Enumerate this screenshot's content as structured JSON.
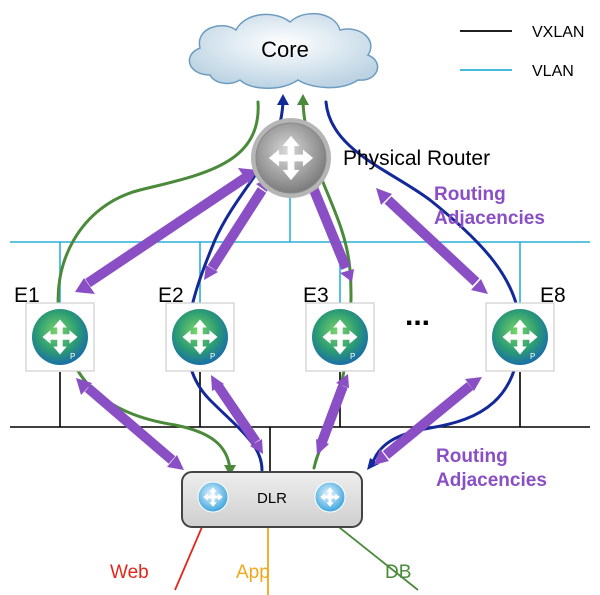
{
  "legend": {
    "vxlan": "VXLAN",
    "vlan": "VLAN"
  },
  "colors": {
    "vxlan_line": "#000000",
    "vlan_line": "#2bb0d6",
    "adjacency": "#8a4fc4",
    "green_path": "#4a8a3a",
    "blue_path": "#13299a",
    "web": "#e3261b",
    "app": "#f0a81a",
    "db": "#4a8a3a"
  },
  "core": {
    "label": "Core"
  },
  "router": {
    "label": "Physical Router"
  },
  "edges": [
    {
      "label": "E1"
    },
    {
      "label": "E2"
    },
    {
      "label": "E3"
    },
    {
      "label": "E8"
    }
  ],
  "ellipsis": "...",
  "dlr": {
    "label": "DLR"
  },
  "adjacency_top": {
    "line1": "Routing",
    "line2": "Adjacencies"
  },
  "adjacency_bottom": {
    "line1": "Routing",
    "line2": "Adjacencies"
  },
  "segments": {
    "web": "Web",
    "app": "App",
    "db": "DB"
  }
}
